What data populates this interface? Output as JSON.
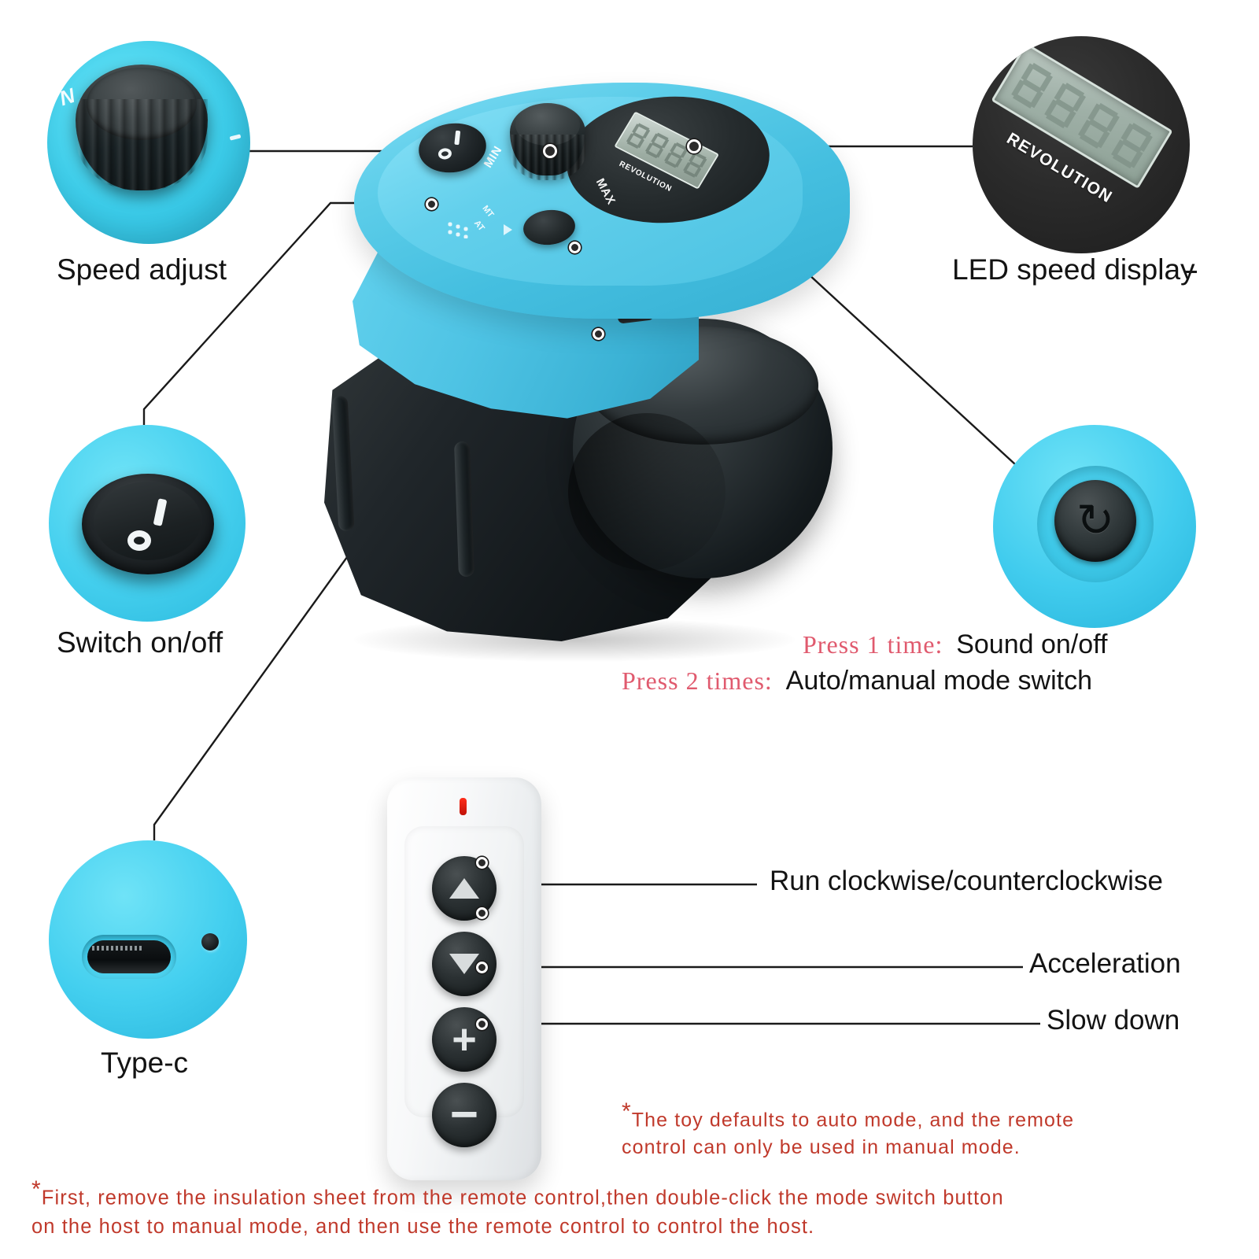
{
  "callouts": {
    "speed_adjust": {
      "label": "Speed adjust",
      "icon": "rotary-knob-icon"
    },
    "switch_onoff": {
      "label": "Switch on/off",
      "icon": "rocker-switch-icon"
    },
    "type_c": {
      "label": "Type-c",
      "icon": "usb-c-port-icon"
    },
    "led_display": {
      "label": "LED speed display",
      "icon": "lcd-display-icon",
      "screen_text": "REVOLUTION"
    },
    "mode_button": {
      "icon": "mode-switch-icon"
    }
  },
  "press_notes": [
    {
      "prefix": "Press 1 time:",
      "action": "Sound on/off"
    },
    {
      "prefix": "Press 2 times:",
      "action": "Auto/manual mode switch"
    }
  ],
  "remote": {
    "buttons": [
      {
        "name": "up",
        "glyph": "triangle-up"
      },
      {
        "name": "down",
        "glyph": "triangle-down"
      },
      {
        "name": "plus",
        "glyph": "+"
      },
      {
        "name": "minus",
        "glyph": "—"
      }
    ],
    "labels": {
      "direction": "Run clockwise/counterclockwise",
      "acceleration": "Acceleration",
      "slow_down": "Slow down"
    },
    "led_indicator": "red-led-icon"
  },
  "device_markings": {
    "min": "MIN",
    "max": "MAX",
    "mt": "MT",
    "at": "AT",
    "screen_text": "REVOLUTION"
  },
  "footnotes": {
    "auto_mode": {
      "marker": "*",
      "line1": "The toy defaults to auto mode, and the remote",
      "line2": "control can only be used in manual mode."
    },
    "setup": {
      "marker": "*",
      "line1": "First, remove the insulation sheet from the remote control,then double-click the mode switch button",
      "line2": "on the host to manual mode, and then use the remote control to control the host."
    }
  },
  "colors": {
    "cyan": "#4DD9F0",
    "product_blue": "#5EC8E8",
    "dark": "#1A1F22",
    "note_red": "#C0392B",
    "accent_pink": "#E05A6E",
    "background": "#FFFFFF"
  }
}
